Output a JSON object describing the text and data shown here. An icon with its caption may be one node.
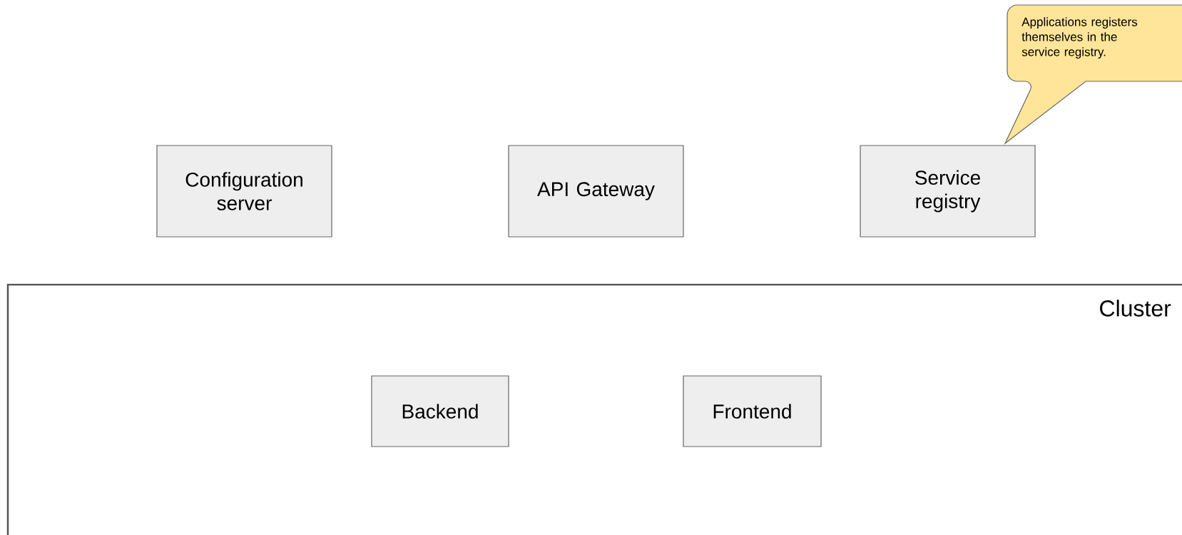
{
  "diagram": {
    "nodes": [
      {
        "text": [
          "Configuration server"
        ]
      },
      {
        "text": [
          "API Gateway"
        ]
      },
      {
        "text": [
          "Service registry"
        ]
      },
      {
        "text": [
          "Applications registers themselves in the service registry."
        ]
      },
      {
        "text": [
          "Cluster"
        ]
      },
      {
        "text": [
          "Backend"
        ],
        "in": 4
      },
      {
        "text": [
          "Frontend"
        ],
        "in": 4
      }
    ]
  }
}
